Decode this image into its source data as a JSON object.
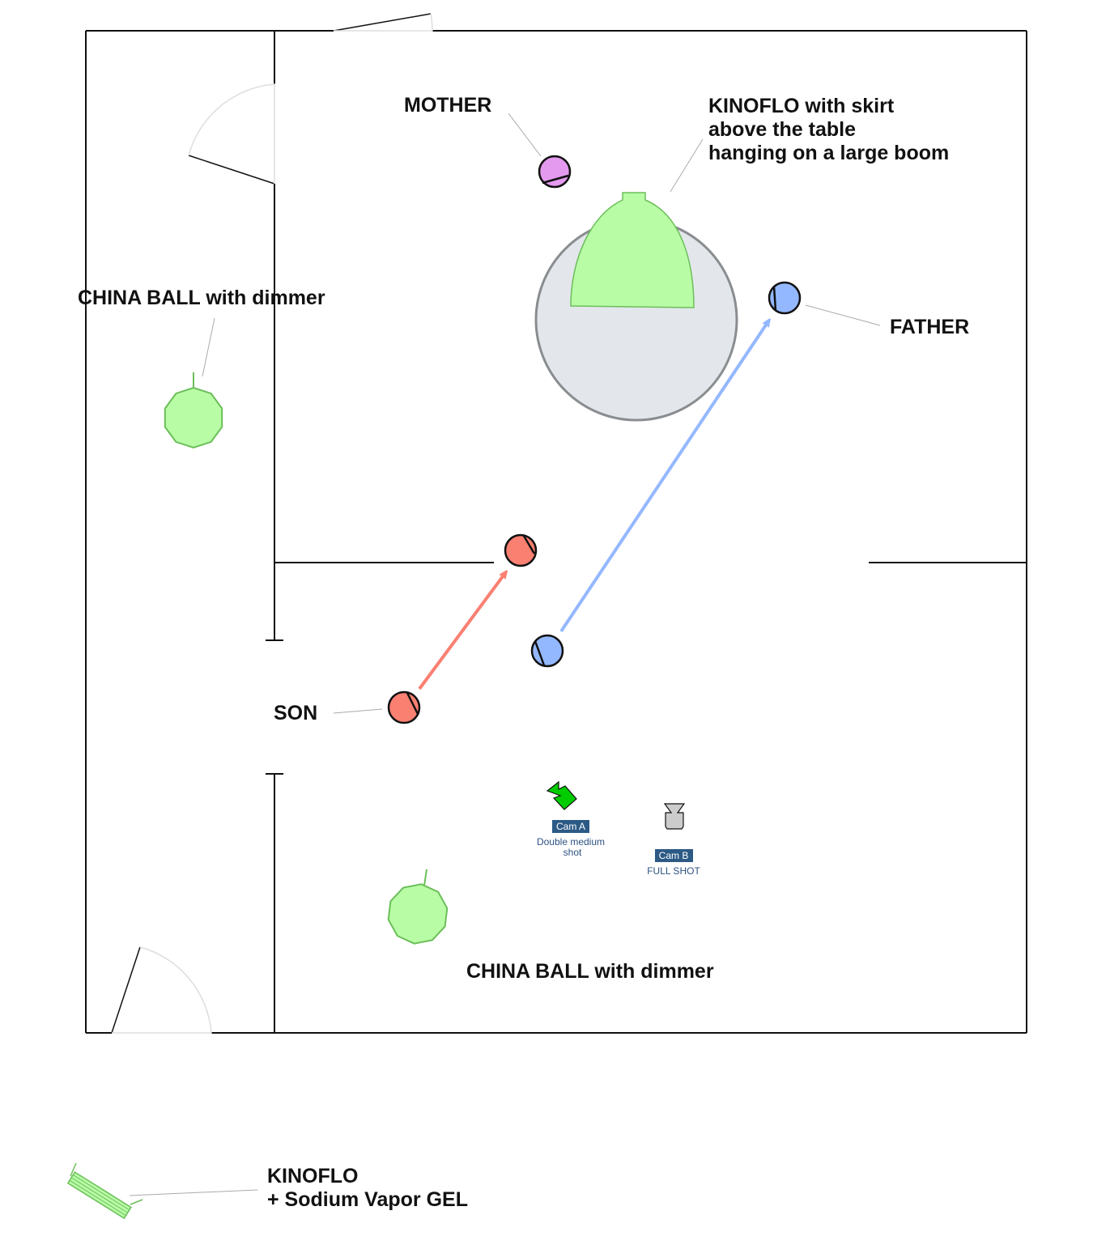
{
  "diagram": {
    "type": "lighting floor plan",
    "colors": {
      "wall": "#111111",
      "door_arc": "#dddddd",
      "table_fill": "#e3e7eb",
      "table_stroke": "#8a8d90",
      "light_fill": "#b9fca6",
      "light_stroke": "#6bbf59",
      "son": "#fa8072",
      "father": "#94b8ff",
      "mother": "#e49aee",
      "son_arrow": "#fa8072",
      "father_arrow": "#94b8ff",
      "cam_a": "#00cc00",
      "cam_b": "#cccccc",
      "cam_tag_bg": "#2c5a85",
      "leader_line": "#aaaaaa"
    },
    "labels": {
      "mother": "MOTHER",
      "father": "FATHER",
      "son": "SON",
      "kinoflo_boom": [
        "KINOFLO with skirt",
        "above the table",
        "hanging on a large boom"
      ],
      "china_ball_left": "CHINA BALL with dimmer",
      "china_ball_bottom": "CHINA BALL with dimmer",
      "kinoflo_gel": [
        "KINOFLO",
        "+ Sodium Vapor GEL"
      ]
    },
    "cameras": [
      {
        "tag": "Cam A",
        "description": [
          "Double medium",
          "shot"
        ]
      },
      {
        "tag": "Cam B",
        "description": [
          "FULL SHOT"
        ]
      }
    ]
  }
}
